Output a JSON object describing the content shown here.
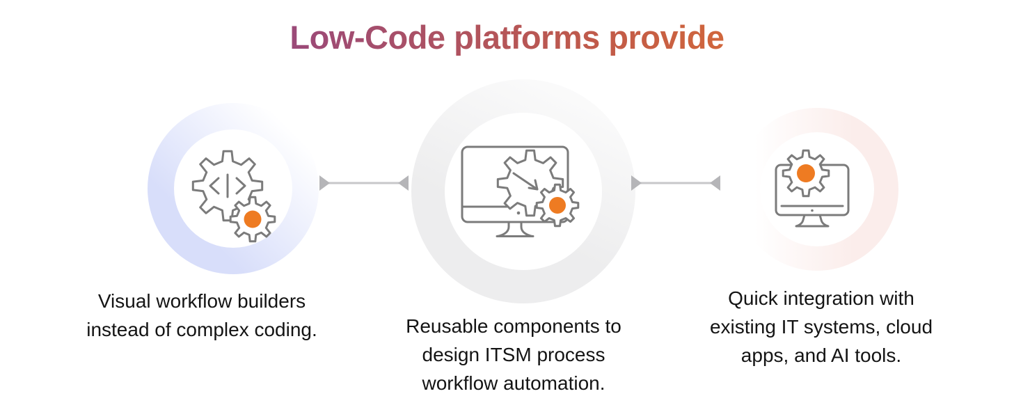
{
  "title": {
    "text": "Low-Code platforms provide",
    "gradient_colors": [
      "#7b3e98",
      "#9c4a77",
      "#c25b48",
      "#f5821f"
    ]
  },
  "steps": [
    {
      "name": "visual-workflow-builders",
      "icon": "code-gears-icon",
      "ring_color": "#d8defa",
      "description": "Visual workflow builders instead of complex coding.",
      "lines": [
        "Visual workflow builders",
        "instead of complex coding."
      ]
    },
    {
      "name": "reusable-components",
      "icon": "monitor-gears-icon",
      "ring_color": "#ededee",
      "description": "Reusable components to design ITSM process workflow automation.",
      "lines": [
        "Reusable components to",
        "design ITSM process",
        "workflow automation."
      ]
    },
    {
      "name": "quick-integration",
      "icon": "monitor-gear-icon",
      "ring_color": "#fbedeb",
      "description": "Quick integration with existing IT systems, cloud apps, and AI tools.",
      "lines": [
        "Quick integration with",
        "existing IT systems, cloud",
        "apps, and AI tools."
      ]
    }
  ],
  "connectors": [
    {
      "style": "double-inward-arrow"
    },
    {
      "style": "double-inward-arrow"
    }
  ],
  "colors": {
    "background": "#ffffff",
    "icon_stroke": "#7b7b7b",
    "accent_orange": "#ee7b22",
    "text": "#141414",
    "connector_line": "#c7c7c9",
    "connector_arrow": "#b5b5b8"
  }
}
